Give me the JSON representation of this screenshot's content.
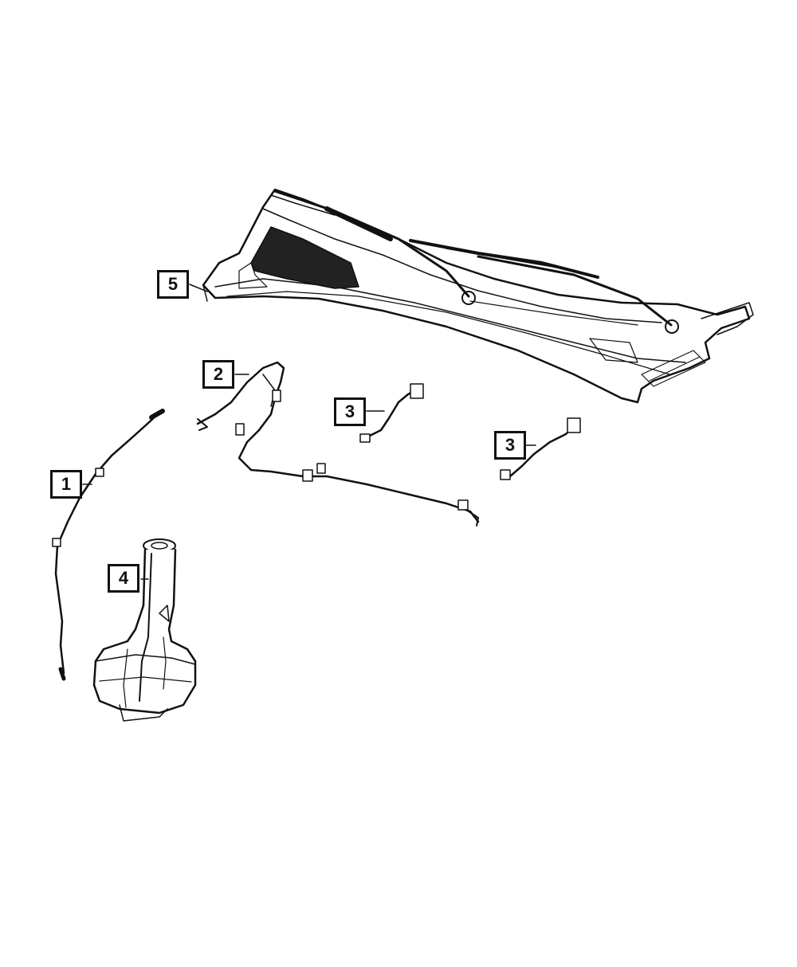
{
  "diagram": {
    "callouts": [
      {
        "id": "c5",
        "label": "5"
      },
      {
        "id": "c2",
        "label": "2"
      },
      {
        "id": "c3a",
        "label": "3"
      },
      {
        "id": "c3b",
        "label": "3"
      },
      {
        "id": "c1",
        "label": "1"
      },
      {
        "id": "c4",
        "label": "4"
      }
    ],
    "line_color": "#111111",
    "background_color": "#ffffff"
  }
}
